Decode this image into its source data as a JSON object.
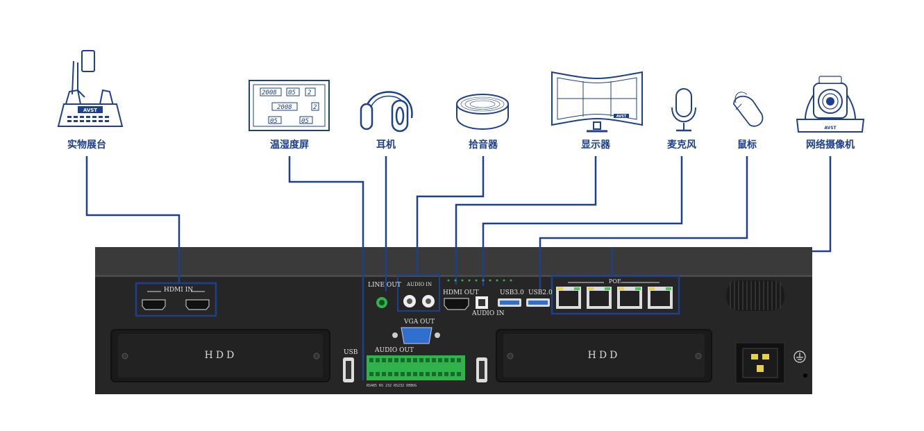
{
  "devices": [
    {
      "id": "doc-camera",
      "label": "实物展台",
      "icon": "document-camera-icon",
      "brand": "AVST"
    },
    {
      "id": "temp-screen",
      "label": "温湿度屏",
      "icon": "temperature-humidity-display-icon",
      "readings": [
        "2008",
        "05",
        "2",
        "2008",
        "2",
        "05",
        "05"
      ]
    },
    {
      "id": "headphones",
      "label": "耳机",
      "icon": "headphones-icon"
    },
    {
      "id": "pickup",
      "label": "拾音器",
      "icon": "sound-pickup-icon"
    },
    {
      "id": "monitor",
      "label": "显示器",
      "icon": "curved-monitor-icon",
      "brand": "AVST"
    },
    {
      "id": "microphone",
      "label": "麦克风",
      "icon": "microphone-icon"
    },
    {
      "id": "mouse",
      "label": "鼠标",
      "icon": "mouse-icon"
    },
    {
      "id": "ip-camera",
      "label": "网络摄像机",
      "icon": "ptz-camera-icon",
      "brand": "AVST"
    }
  ],
  "panel": {
    "hdmi_in": "HDMI IN",
    "line_out": "LINE OUT",
    "audio_in_rca": "AUDIO IN",
    "hdmi_out": "HDMI OUT",
    "audio_in": "AUDIO IN",
    "usb30": "USB3.0",
    "usb20": "USB2.0",
    "poe": "POE",
    "vga_out": "VGA OUT",
    "audio_out": "AUDIO OUT",
    "usb": "USB",
    "hdd_left": "HDD",
    "hdd_right": "HDD",
    "terminal_labels": "RS485  RS 232  RS232 DEBUG"
  },
  "colors": {
    "line": "#1d3f8f",
    "chassis": "#2b2b2b",
    "terminal": "#2fb34a",
    "port_blue": "#2f6fd0"
  }
}
